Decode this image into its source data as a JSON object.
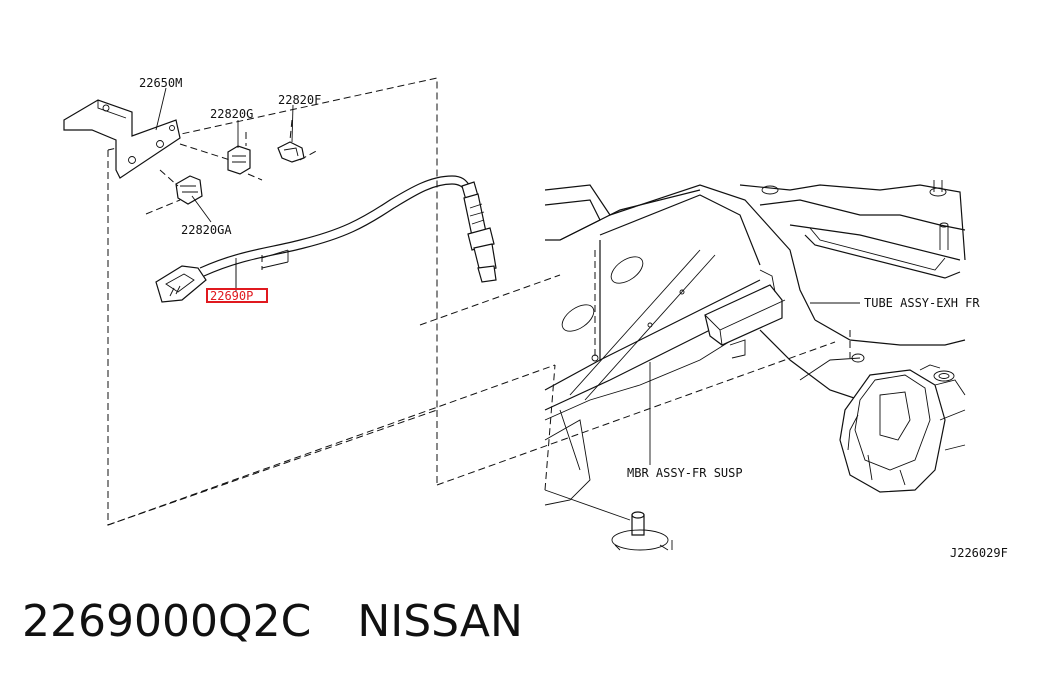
{
  "diagram": {
    "parts": [
      {
        "code": "22650M"
      },
      {
        "code": "22820F"
      },
      {
        "code": "22820G"
      },
      {
        "code": "22820GA"
      },
      {
        "code": "22690P",
        "highlighted": true
      }
    ],
    "assemblies": [
      {
        "label": "TUBE ASSY-EXH FR"
      },
      {
        "label": "MBR ASSY-FR SUSP"
      }
    ],
    "diagram_id": "J226029F",
    "highlight_color": "#e0191f"
  },
  "caption": {
    "part_number": "2269000Q2C",
    "brand": "NISSAN"
  }
}
